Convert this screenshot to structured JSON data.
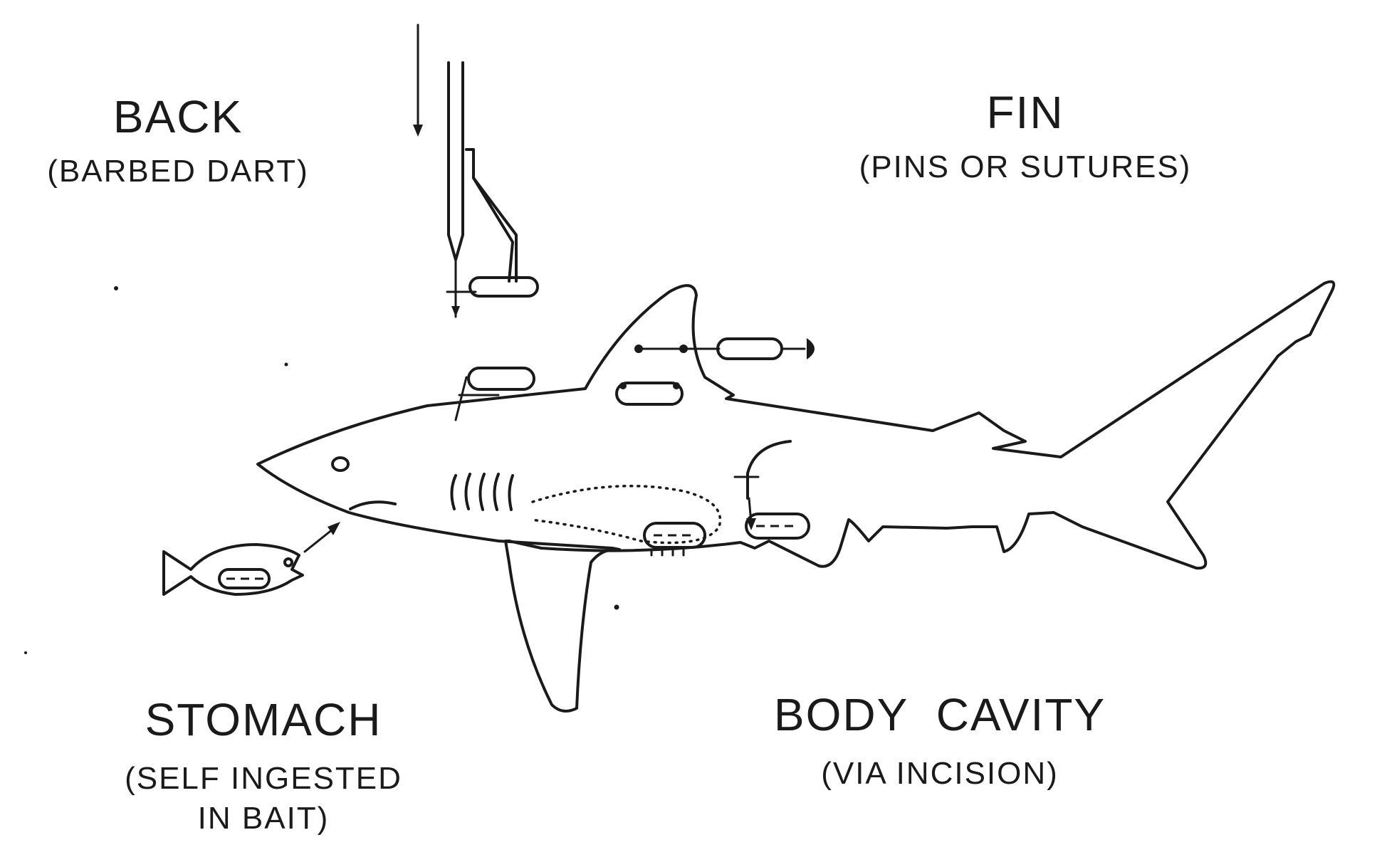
{
  "labels": {
    "back": {
      "title": "BACK",
      "method": "(BARBED DART)"
    },
    "fin": {
      "title": "FIN",
      "method": "(PINS OR SUTURES)"
    },
    "stomach": {
      "title": "STOMACH",
      "method_line1": "(SELF INGESTED",
      "method_line2": "IN BAIT)"
    },
    "body_cavity": {
      "title": "BODY  CAVITY",
      "method": "(VIA INCISION)"
    }
  },
  "colors": {
    "ink": "#1a1a1a",
    "background": "#ffffff"
  }
}
